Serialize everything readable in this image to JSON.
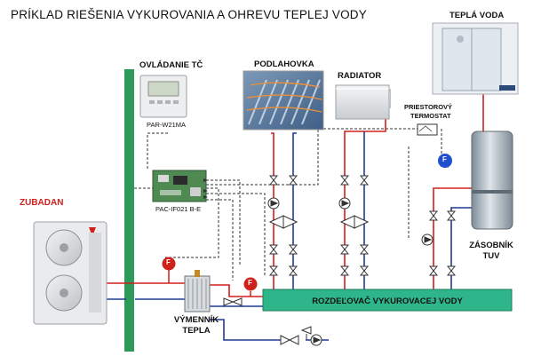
{
  "title": "PRÍKLAD RIEŠENIA VYKUROVANIA A OHREVU TEPLEJ VODY",
  "labels": {
    "control": "OVLÁDANIE TČ",
    "controller_model": "PAR-W21MA",
    "interface_model": "PAC-IF021 B-E",
    "floor_heating": "PODLAHOVKA",
    "radiator": "RADIATOR",
    "hot_water": "TEPLÁ VODA",
    "thermostat_line1": "PRIESTOROVÝ",
    "thermostat_line2": "TERMOSTAT",
    "outdoor_unit": "ZUBADAN",
    "exchanger_line1": "VÝMENNÍK",
    "exchanger_line2": "TEPLA",
    "manifold": "ROZDEĽOVAČ VYKUROVACEJ VODY",
    "tank_line1": "ZÁSOBNÍK",
    "tank_line2": "TUV",
    "sensor_mark": "F"
  },
  "colors": {
    "supply_pipe": "#d0201c",
    "return_pipe": "#1f3a93",
    "control_bus": "#2e9a5a",
    "manifold": "#2fb58a",
    "sensor": "#d0201c",
    "tank_sensor": "#1f4fd0",
    "accent_text": "#d0201c"
  }
}
